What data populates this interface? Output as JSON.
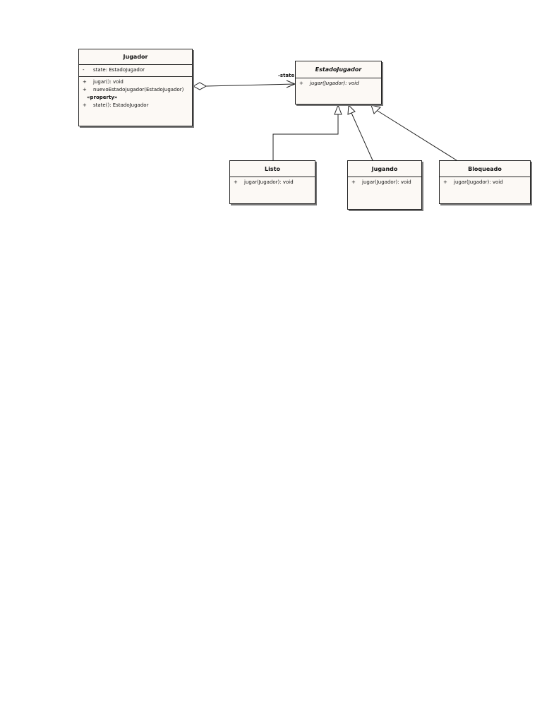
{
  "classes": {
    "jugador": {
      "name": "Jugador",
      "attributes": [
        {
          "visibility": "-",
          "text": "state: EstadoJugador"
        }
      ],
      "operations": [
        {
          "visibility": "+",
          "text": "jugar(): void"
        },
        {
          "visibility": "+",
          "text": "nuevoEstadoJugador(EstadoJugador)"
        }
      ],
      "stereotype": "«property»",
      "property_ops": [
        {
          "visibility": "+",
          "text": "state(): EstadoJugador"
        }
      ]
    },
    "estado_jugador": {
      "name": "EstadoJugador",
      "abstract": true,
      "operations": [
        {
          "visibility": "+",
          "text": "jugar(Jugador): void"
        }
      ]
    },
    "listo": {
      "name": "Listo",
      "operations": [
        {
          "visibility": "+",
          "text": "jugar(Jugador): void"
        }
      ]
    },
    "jugando": {
      "name": "Jugando",
      "operations": [
        {
          "visibility": "+",
          "text": "jugar(Jugador): void"
        }
      ]
    },
    "bloqueado": {
      "name": "Bloqueado",
      "operations": [
        {
          "visibility": "+",
          "text": "jugar(Jugador): void"
        }
      ]
    }
  },
  "relations": {
    "aggregation": {
      "from": "Jugador",
      "to": "EstadoJugador",
      "role": "-state"
    },
    "generalizations": [
      {
        "child": "Listo",
        "parent": "EstadoJugador"
      },
      {
        "child": "Jugando",
        "parent": "EstadoJugador"
      },
      {
        "child": "Bloqueado",
        "parent": "EstadoJugador"
      }
    ]
  }
}
